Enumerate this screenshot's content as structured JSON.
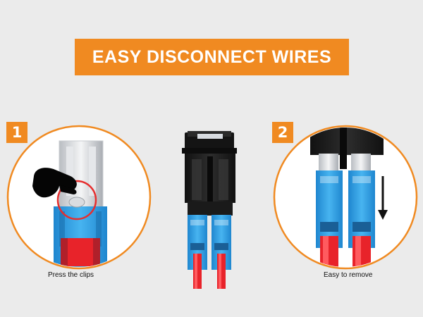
{
  "banner": {
    "title": "EASY DISCONNECT WIRES",
    "color": "#f08a21"
  },
  "steps": [
    {
      "number": "1",
      "caption": "Press the clips"
    },
    {
      "number": "2",
      "caption": "Easy to remove"
    }
  ],
  "colors": {
    "accent": "#f08a21",
    "connector_blue": "#2c9be0",
    "wire_red": "#e8232a",
    "switch_body": "#1d1d1d",
    "background": "#ebebeb"
  },
  "icons": [
    "hand-pointer-icon",
    "down-arrow-icon"
  ]
}
